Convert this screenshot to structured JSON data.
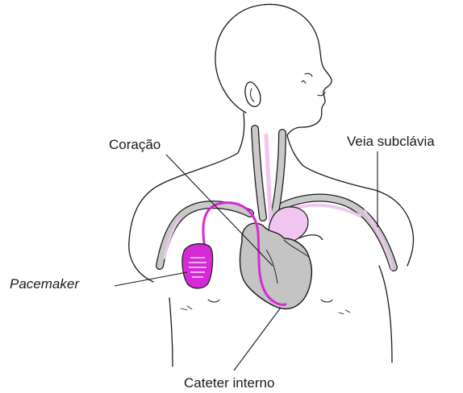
{
  "labels": {
    "heart": "Coração",
    "subclavian_vein": "Veia subclávia",
    "pacemaker": "Pacemaker",
    "internal_catheter": "Cateter interno"
  },
  "colors": {
    "outline": "#1a1a1a",
    "vessel_grey": "#c9c9c9",
    "heart_grey": "#c4c4c4",
    "pacemaker_magenta": "#d62ad6",
    "vessel_pink": "#f0c6f0"
  }
}
